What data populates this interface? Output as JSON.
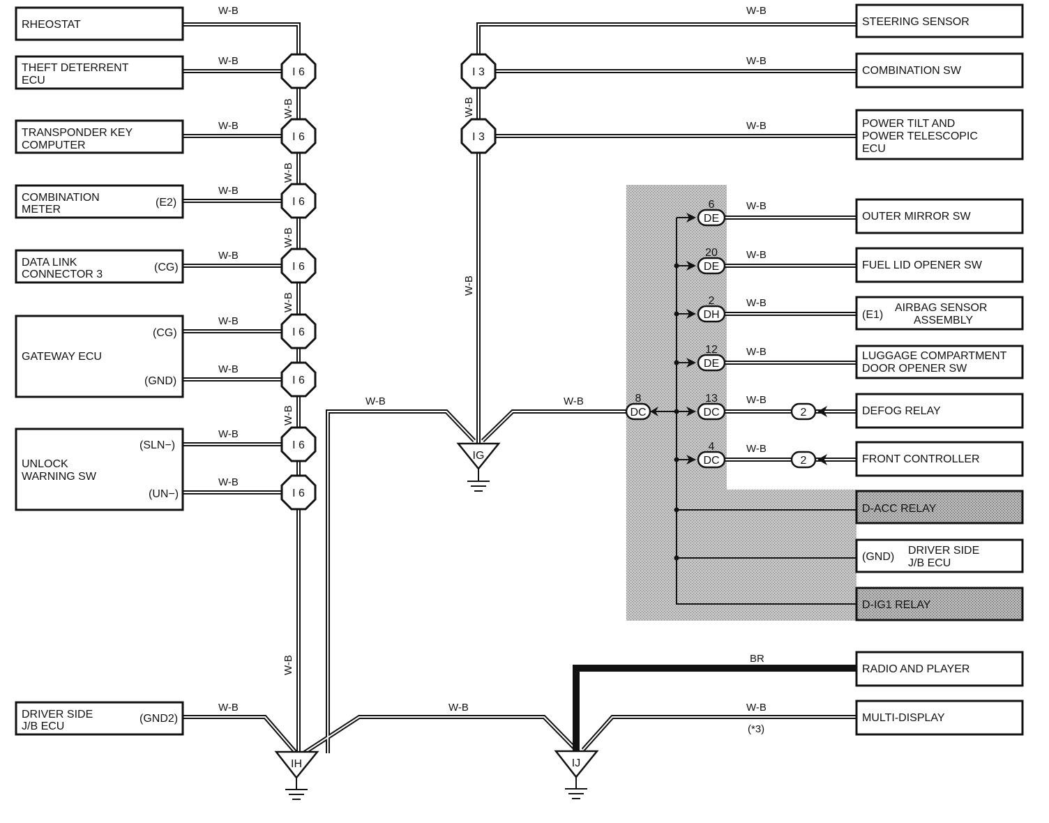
{
  "wire_colors": {
    "wb": "W-B",
    "br": "BR"
  },
  "left_components": {
    "rheostat": "RHEOSTAT",
    "theft_deterrent_1": "THEFT DETERRENT",
    "theft_deterrent_2": "ECU",
    "transponder_1": "TRANSPONDER KEY",
    "transponder_2": "COMPUTER",
    "combination_meter_1": "COMBINATION",
    "combination_meter_2": "METER",
    "combination_meter_pin": "(E2)",
    "dlc3_1": "DATA LINK",
    "dlc3_2": "CONNECTOR 3",
    "dlc3_pin": "(CG)",
    "gateway": "GATEWAY ECU",
    "gateway_pin_cg": "(CG)",
    "gateway_pin_gnd": "(GND)",
    "unlock_1": "UNLOCK",
    "unlock_2": "WARNING SW",
    "unlock_pin_sln": "(SLN−)",
    "unlock_pin_un": "(UN−)",
    "driver_jb_1": "DRIVER SIDE",
    "driver_jb_2": "J/B ECU",
    "driver_jb_pin": "(GND2)"
  },
  "right_components": {
    "steering_sensor": "STEERING SENSOR",
    "combination_sw": "COMBINATION SW",
    "power_tilt_1": "POWER TILT AND",
    "power_tilt_2": "POWER TELESCOPIC",
    "power_tilt_3": "ECU",
    "outer_mirror": "OUTER MIRROR SW",
    "fuel_lid": "FUEL LID OPENER SW",
    "airbag_pin": "(E1)",
    "airbag_1": "AIRBAG SENSOR",
    "airbag_2": "ASSEMBLY",
    "luggage_1": "LUGGAGE COMPARTMENT",
    "luggage_2": "DOOR OPENER SW",
    "defog": "DEFOG RELAY",
    "front_controller": "FRONT CONTROLLER",
    "d_acc": "D-ACC RELAY",
    "driver_jb_pin": "(GND)",
    "driver_jb_1": "DRIVER SIDE",
    "driver_jb_2": "J/B ECU",
    "d_ig1": "D-IG1 RELAY",
    "radio": "RADIO AND PLAYER",
    "multi_display": "MULTI-DISPLAY",
    "multi_display_note": "(*3)"
  },
  "connectors": {
    "i6": "I 6",
    "i3": "I 3",
    "de": "DE",
    "dh": "DH",
    "dc": "DC",
    "pin_de_top": "6",
    "pin_de_2": "20",
    "pin_dh": "2",
    "pin_de_3": "12",
    "pin_dc_13": "13",
    "pin_dc_4": "4",
    "pin_dc_left": "8",
    "small_2": "2"
  },
  "grounds": {
    "ig": "IG",
    "ih": "IH",
    "ij": "IJ"
  },
  "colors": {
    "line": "#111111",
    "shade": "#9a9a9a",
    "background": "#ffffff"
  }
}
